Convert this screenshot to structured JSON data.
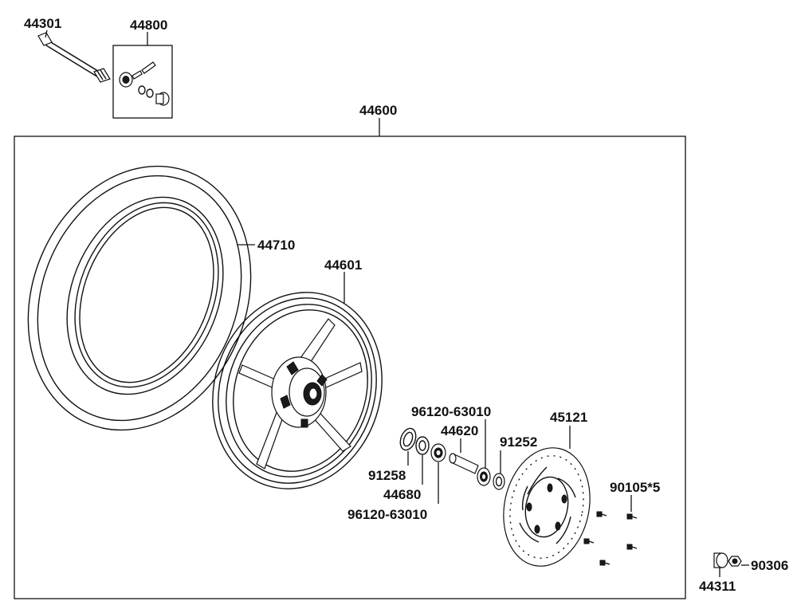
{
  "labels": {
    "axle": "44301",
    "speedo_gear": "44800",
    "wheel_assy": "44600",
    "tire": "44710",
    "rim": "44601",
    "bearing_top": "96120-63010",
    "collar": "44620",
    "seal_right": "91252",
    "disc": "45121",
    "seal_left": "91258",
    "spacer": "44680",
    "bearing_bottom": "96120-63010",
    "disc_bolts": "90105*5",
    "axle_nut": "90306",
    "nut_collar": "44311"
  }
}
